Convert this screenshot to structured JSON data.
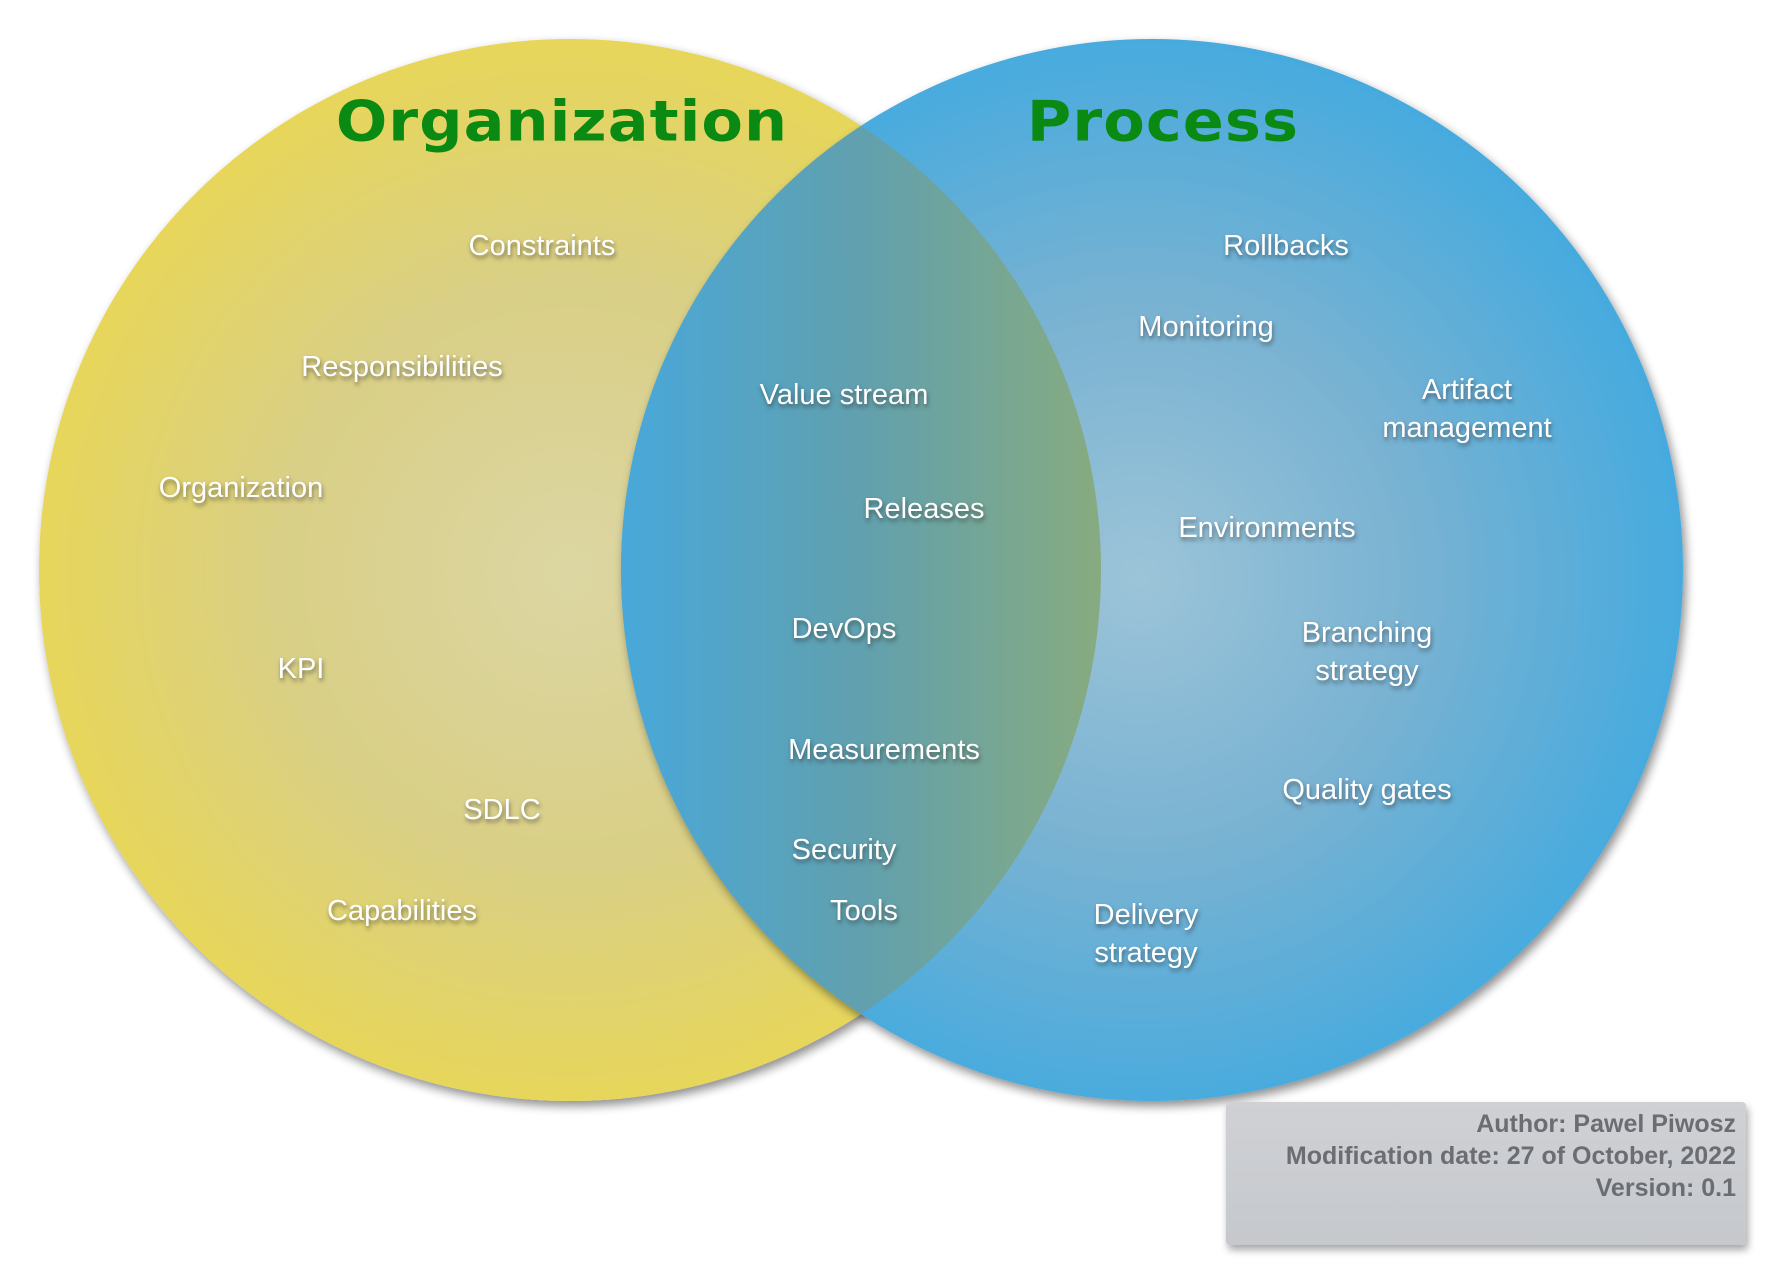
{
  "colors": {
    "organization_center": "#dcd6a3",
    "organization_edge": "#e7d65a",
    "process_center": "#9cc4d8",
    "process_edge": "#43aadf",
    "overlap_left": "#48a8da",
    "overlap_right": "#87ab80",
    "title_green": "#0a8a12",
    "label_text": "#ffffff",
    "footer_bg": "#c9cbcf",
    "footer_text": "#6b6d72"
  },
  "sets": {
    "organization": {
      "title": "Organization",
      "items": [
        "Constraints",
        "Responsibilities",
        "Organization",
        "KPI",
        "SDLC",
        "Capabilities"
      ]
    },
    "overlap": {
      "items": [
        "Value stream",
        "Releases",
        "DevOps",
        "Measurements",
        "Security",
        "Tools"
      ]
    },
    "process": {
      "title": "Process",
      "items": [
        "Rollbacks",
        "Monitoring",
        "Artifact management",
        "Environments",
        "Branching strategy",
        "Quality gates",
        "Delivery strategy"
      ]
    }
  },
  "labels": {
    "constraints": "Constraints",
    "responsibilities": "Responsibilities",
    "organization": "Organization",
    "kpi": "KPI",
    "sdlc": "SDLC",
    "capabilities": "Capabilities",
    "value_stream": "Value stream",
    "releases": "Releases",
    "devops": "DevOps",
    "measurements": "Measurements",
    "security": "Security",
    "tools": "Tools",
    "rollbacks": "Rollbacks",
    "monitoring": "Monitoring",
    "artifact_1": "Artifact",
    "artifact_2": "management",
    "environments": "Environments",
    "branching_1": "Branching",
    "branching_2": "strategy",
    "quality_gates": "Quality gates",
    "delivery_1": "Delivery",
    "delivery_2": "strategy"
  },
  "footer": {
    "author": "Author: Pawel Piwosz",
    "modification_date": "Modification date: 27 of October, 2022",
    "version": "Version: 0.1"
  }
}
